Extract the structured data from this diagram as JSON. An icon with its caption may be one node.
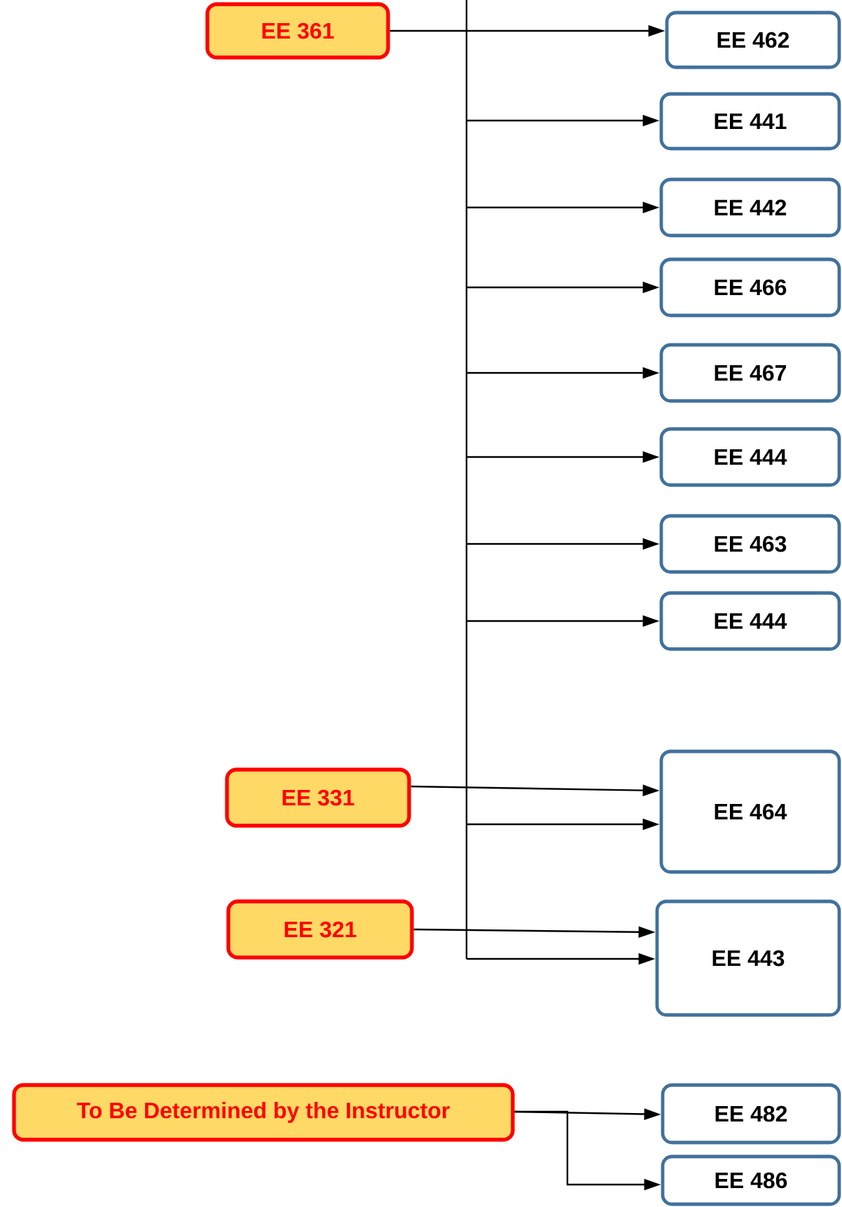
{
  "diagram": {
    "nodes": [
      {
        "text": [
          "EE 361"
        ]
      },
      {
        "text": [
          "EE 462"
        ]
      },
      {
        "text": [
          "EE 441"
        ]
      },
      {
        "text": [
          "EE 442"
        ]
      },
      {
        "text": [
          "EE 466"
        ]
      },
      {
        "text": [
          "EE 467"
        ]
      },
      {
        "text": [
          "EE 444"
        ]
      },
      {
        "text": [
          "EE 463"
        ]
      },
      {
        "text": [
          "EE 444"
        ]
      },
      {
        "text": [
          "EE 331"
        ]
      },
      {
        "text": [
          "EE 464"
        ]
      },
      {
        "text": [
          "EE 321"
        ]
      },
      {
        "text": [
          "EE 443"
        ]
      },
      {
        "text": [
          "To Be Determined by the Instructor"
        ]
      },
      {
        "text": [
          "EE 482"
        ]
      },
      {
        "text": [
          "EE 486"
        ]
      }
    ],
    "edges": [
      {
        "from": 0,
        "to": 1,
        "arrow": "to"
      },
      {
        "from": null,
        "to": 2,
        "arrow": "to"
      },
      {
        "from": null,
        "to": 3,
        "arrow": "to"
      },
      {
        "from": null,
        "to": 4,
        "arrow": "to"
      },
      {
        "from": null,
        "to": 5,
        "arrow": "to"
      },
      {
        "from": null,
        "to": 6,
        "arrow": "to"
      },
      {
        "from": null,
        "to": 7,
        "arrow": "to"
      },
      {
        "from": null,
        "to": 8,
        "arrow": "to"
      },
      {
        "from": null,
        "to": 10,
        "arrow": "to"
      },
      {
        "from": null,
        "to": 12,
        "arrow": "to"
      },
      {
        "from": 9,
        "to": 10,
        "arrow": "to"
      },
      {
        "from": 11,
        "to": 12,
        "arrow": "to"
      },
      {
        "from": 13,
        "to": 14,
        "arrow": "to"
      },
      {
        "from": 13,
        "to": 15,
        "arrow": "to"
      }
    ]
  }
}
